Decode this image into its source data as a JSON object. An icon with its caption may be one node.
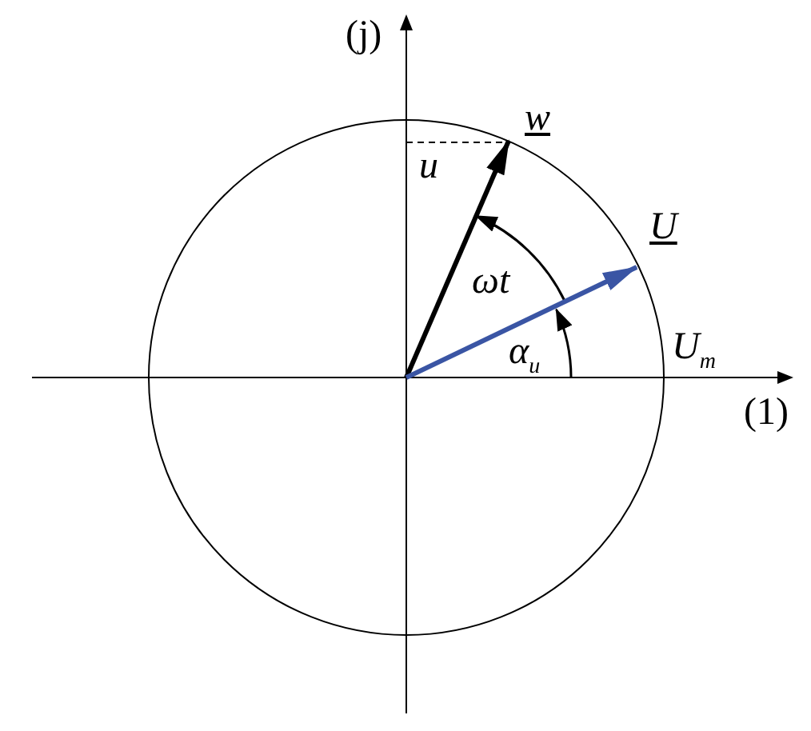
{
  "diagram": {
    "labels": [
      "(j)",
      "w",
      "u",
      "U",
      "ωt",
      "α$_{u}$",
      "U$_{m}$",
      "(1)"
    ]
  }
}
